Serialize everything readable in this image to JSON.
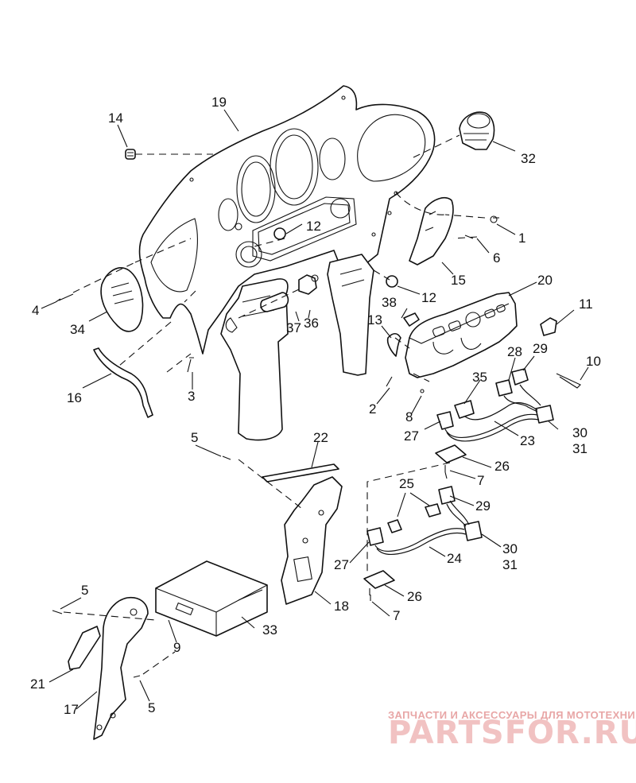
{
  "callouts": {
    "c1": "1",
    "c2": "2",
    "c3": "3",
    "c4": "4",
    "c5a": "5",
    "c5b": "5",
    "c5c": "5",
    "c6": "6",
    "c7a": "7",
    "c7b": "7",
    "c8": "8",
    "c9": "9",
    "c10": "10",
    "c11": "11",
    "c12a": "12",
    "c12b": "12",
    "c13": "13",
    "c14": "14",
    "c15": "15",
    "c16": "16",
    "c17": "17",
    "c18": "18",
    "c19": "19",
    "c20": "20",
    "c21": "21",
    "c22": "22",
    "c23": "23",
    "c24": "24",
    "c25": "25",
    "c26a": "26",
    "c26b": "26",
    "c27a": "27",
    "c27b": "27",
    "c28": "28",
    "c29a": "29",
    "c29b": "29",
    "c30a": "30",
    "c30b": "30",
    "c31a": "31",
    "c31b": "31",
    "c32": "32",
    "c33": "33",
    "c34": "34",
    "c35": "35",
    "c36": "36",
    "c37": "37",
    "c38": "38"
  },
  "watermark": {
    "tagline": "ЗАПЧАСТИ И АКСЕССУАРЫ ДЛЯ МОТОТЕХНИКИ",
    "logo": "PARTSFOR.RU"
  },
  "colors": {
    "line": "#111111",
    "background": "#ffffff",
    "watermark": "#e8a6a6"
  }
}
